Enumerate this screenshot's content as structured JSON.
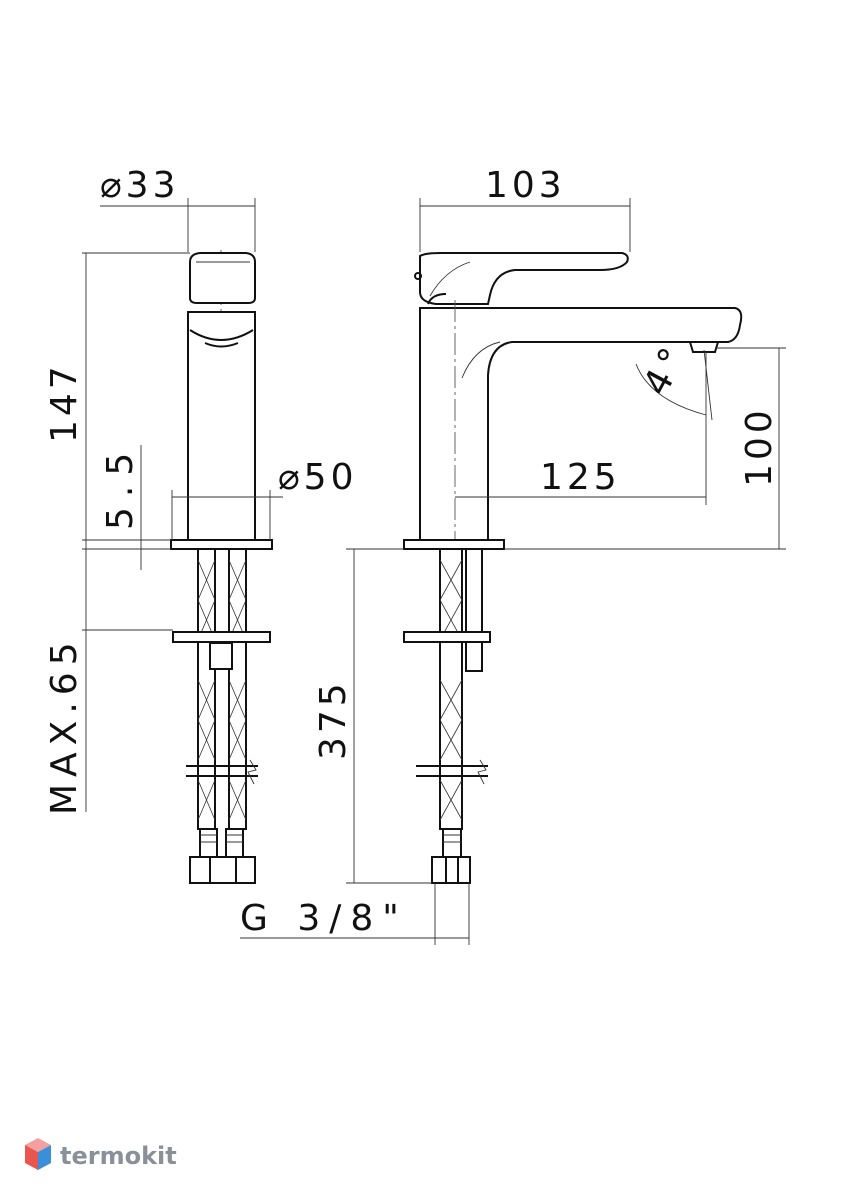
{
  "dimensions": {
    "diam_small": "⌀33",
    "width_top": "103",
    "height_total": "147",
    "base_thickness": "5.5",
    "diam_base": "⌀50",
    "spout_reach": "125",
    "spout_height": "100",
    "spout_angle": "4°",
    "counter_max": "MAX.65",
    "hose_length": "375",
    "thread": "G 3/8\""
  },
  "logo": {
    "text": "termokit",
    "colors": [
      "#e8564f",
      "#3b8fd9",
      "#f2a1a0",
      "#9cc9f0"
    ]
  }
}
